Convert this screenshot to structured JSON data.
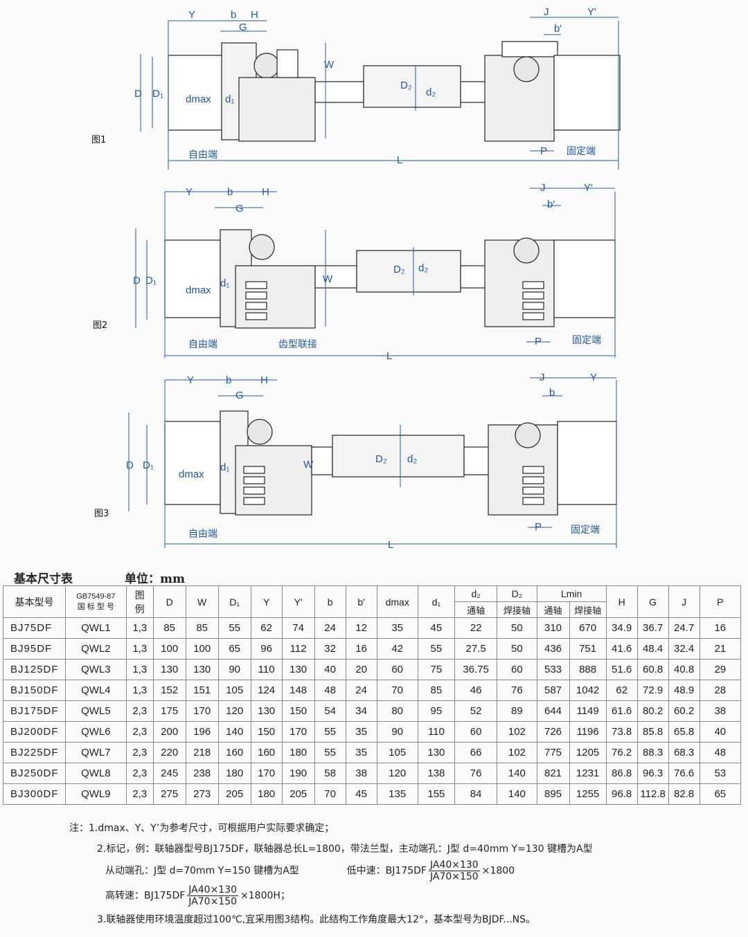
{
  "figures": [
    {
      "id": "fig1",
      "label": "图1",
      "free_end": "自由端",
      "fixed_end": "固定端",
      "gear_label": ""
    },
    {
      "id": "fig2",
      "label": "图2",
      "free_end": "自由端",
      "fixed_end": "固定端",
      "gear_label": "齿型联接"
    },
    {
      "id": "fig3",
      "label": "图3",
      "free_end": "自由端",
      "fixed_end": "固定端",
      "gear_label": ""
    }
  ],
  "dim_labels": {
    "Y": "Y",
    "b": "b",
    "H": "H",
    "G": "G",
    "J": "J",
    "Yp": "Y'",
    "bp": "b'",
    "P": "P",
    "L": "L",
    "D": "D",
    "D1": "D₁",
    "dmax": "dmax",
    "d1": "d₁",
    "W": "W",
    "D2": "D₂",
    "d2": "d₂"
  },
  "table": {
    "title": "基本尺寸表",
    "unit": "单位：mm",
    "headers": {
      "model": "基本型号",
      "gb": "GB7549-87",
      "gb2": "国 标 型 号",
      "fig": "图",
      "fig2": "例",
      "D": "D",
      "W": "W",
      "D1": "D₁",
      "Y": "Y",
      "Yp": "Y'",
      "b": "b",
      "bp": "b'",
      "dmax": "dmax",
      "d1": "d₁",
      "d2": "d₂",
      "d2_sub": "通轴",
      "D2": "D₂",
      "D2_sub": "焊接轴",
      "Lmin": "Lmin",
      "Lmin_sub1": "通轴",
      "Lmin_sub2": "焊接轴",
      "H": "H",
      "G": "G",
      "J": "J",
      "P": "P"
    },
    "rows": [
      [
        "BJ75DF",
        "QWL1",
        "1,3",
        "85",
        "85",
        "55",
        "62",
        "74",
        "24",
        "12",
        "35",
        "45",
        "22",
        "50",
        "310",
        "670",
        "34.9",
        "36.7",
        "24.7",
        "16"
      ],
      [
        "BJ95DF",
        "QWL2",
        "1,3",
        "100",
        "100",
        "65",
        "96",
        "112",
        "32",
        "16",
        "42",
        "55",
        "27.5",
        "50",
        "436",
        "751",
        "41.6",
        "48.4",
        "32.4",
        "21"
      ],
      [
        "BJ125DF",
        "QWL3",
        "1,3",
        "130",
        "130",
        "90",
        "110",
        "130",
        "40",
        "20",
        "60",
        "75",
        "36.75",
        "60",
        "533",
        "888",
        "51.6",
        "60.8",
        "40.8",
        "29"
      ],
      [
        "BJ150DF",
        "QWL4",
        "1,3",
        "152",
        "151",
        "105",
        "124",
        "148",
        "48",
        "24",
        "70",
        "85",
        "46",
        "76",
        "587",
        "1042",
        "62",
        "72.9",
        "48.9",
        "28"
      ],
      [
        "BJ175DF",
        "QWL5",
        "2,3",
        "175",
        "170",
        "120",
        "130",
        "150",
        "54",
        "34",
        "80",
        "95",
        "52",
        "89",
        "644",
        "1149",
        "61.6",
        "80.2",
        "60.2",
        "38"
      ],
      [
        "BJ200DF",
        "QWL6",
        "2,3",
        "200",
        "196",
        "140",
        "150",
        "170",
        "55",
        "35",
        "90",
        "110",
        "60",
        "102",
        "726",
        "1196",
        "73.8",
        "85.8",
        "65.8",
        "40"
      ],
      [
        "BJ225DF",
        "QWL7",
        "2,3",
        "220",
        "218",
        "160",
        "160",
        "180",
        "55",
        "35",
        "105",
        "130",
        "66",
        "102",
        "775",
        "1205",
        "76.2",
        "88.3",
        "68.3",
        "48"
      ],
      [
        "BJ250DF",
        "QWL8",
        "2,3",
        "245",
        "238",
        "180",
        "170",
        "190",
        "58",
        "38",
        "120",
        "138",
        "76",
        "140",
        "821",
        "1231",
        "86.8",
        "96.3",
        "76.6",
        "53"
      ],
      [
        "BJ300DF",
        "QWL9",
        "2,3",
        "275",
        "273",
        "205",
        "180",
        "205",
        "70",
        "45",
        "135",
        "155",
        "84",
        "140",
        "895",
        "1255",
        "96.8",
        "112.8",
        "82.8",
        "65"
      ]
    ]
  },
  "notes": {
    "n1_prefix": "注：1.",
    "n1_text": "dmax、Y、Y’为参考尺寸，可根据用户实际要求确定；",
    "n2_text": "2.标记，例：联轴器型号BJ175DF，联轴器总长L=1800，带法兰型，主动端孔：J型 d=40mm Y=130  键槽为A型",
    "n2b_text": "从动端孔：J型 d=70mm Y=150   键槽为A型",
    "low_label": "低中速：BJ175DF",
    "low_num": "JA40×130",
    "low_den": "JA70×150",
    "low_tail": "×1800",
    "high_label": "高转速：BJ175DF",
    "high_num": "JA40×130",
    "high_den": "JA70×150",
    "high_tail": "×1800H；",
    "n3_text": "3.联轴器使用环境温度超过100℃,宜采用图3结构。此结构工作角度最大12°，基本型号为BJDF...NS。"
  }
}
